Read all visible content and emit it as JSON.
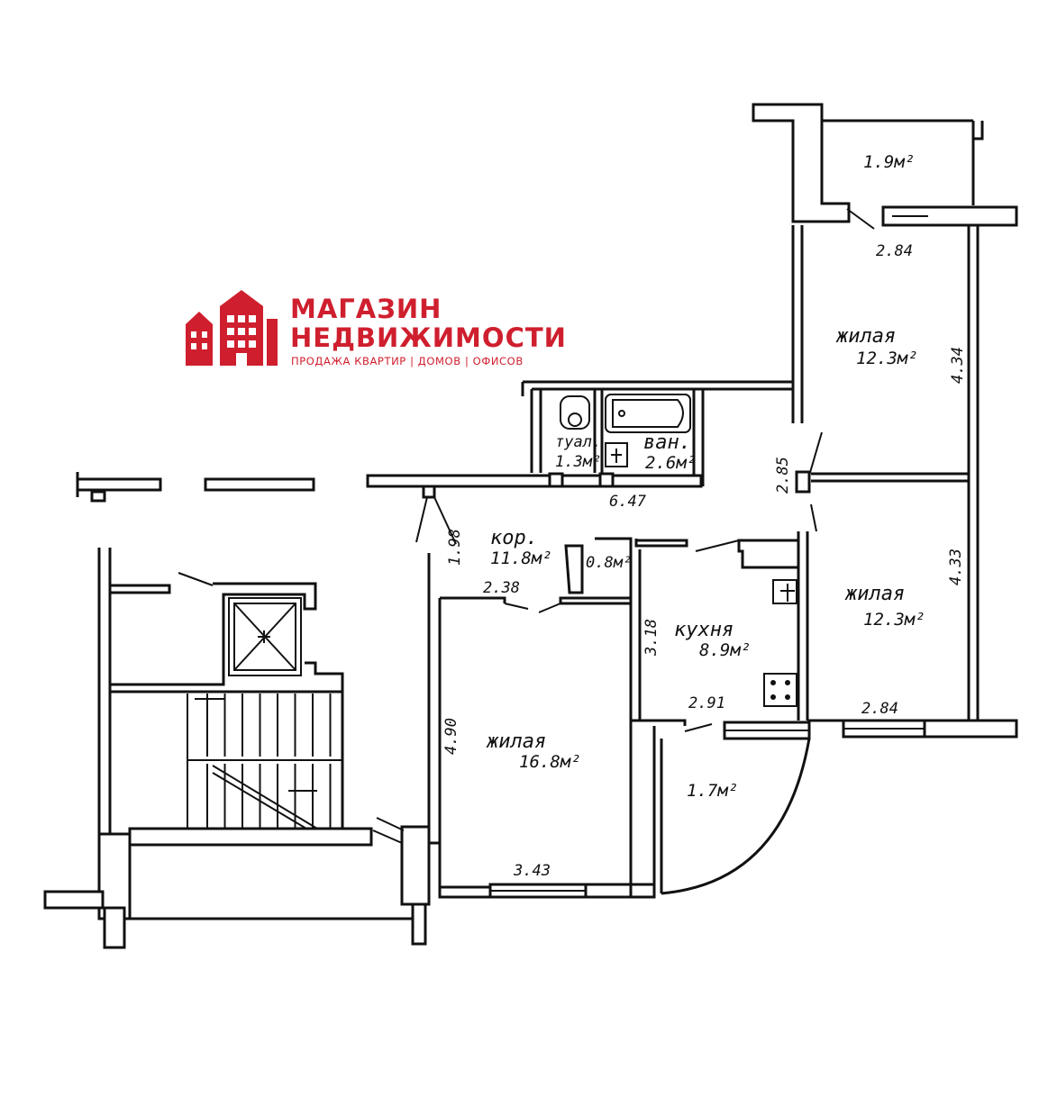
{
  "logo": {
    "line1": "МАГАЗИН",
    "line2": "НЕДВИЖИМОСТИ",
    "tagline": "ПРОДАЖА КВАРТИР | ДОМОВ | ОФИСОВ",
    "color": "#cf1f2e",
    "icon": "building-house-icon"
  },
  "rooms": {
    "balcony_top_area": "1.9м²",
    "bedroom_top_name": "жилая",
    "bedroom_top_area": "12.3м²",
    "toilet_name": "туал.",
    "toilet_area": "1.3м²",
    "bath_name": "ван.",
    "bath_area": "2.6м²",
    "corridor_name": "кор.",
    "corridor_area": "11.8м²",
    "closet_area": "0.8м²",
    "bedroom_mid_name": "жилая",
    "bedroom_mid_area": "12.3м²",
    "kitchen_name": "кухня",
    "kitchen_area": "8.9м²",
    "living_name": "жилая",
    "living_area": "16.8м²",
    "balcony_bottom_area": "1.7м²"
  },
  "dimensions": {
    "d_2_84_top": "2.84",
    "d_4_34": "4.34",
    "d_2_85": "2.85",
    "d_6_47": "6.47",
    "d_1_98": "1.98",
    "d_2_38": "2.38",
    "d_4_33": "4.33",
    "d_3_18": "3.18",
    "d_2_91": "2.91",
    "d_2_84_bottom": "2.84",
    "d_4_90": "4.90",
    "d_3_43": "3.43"
  }
}
